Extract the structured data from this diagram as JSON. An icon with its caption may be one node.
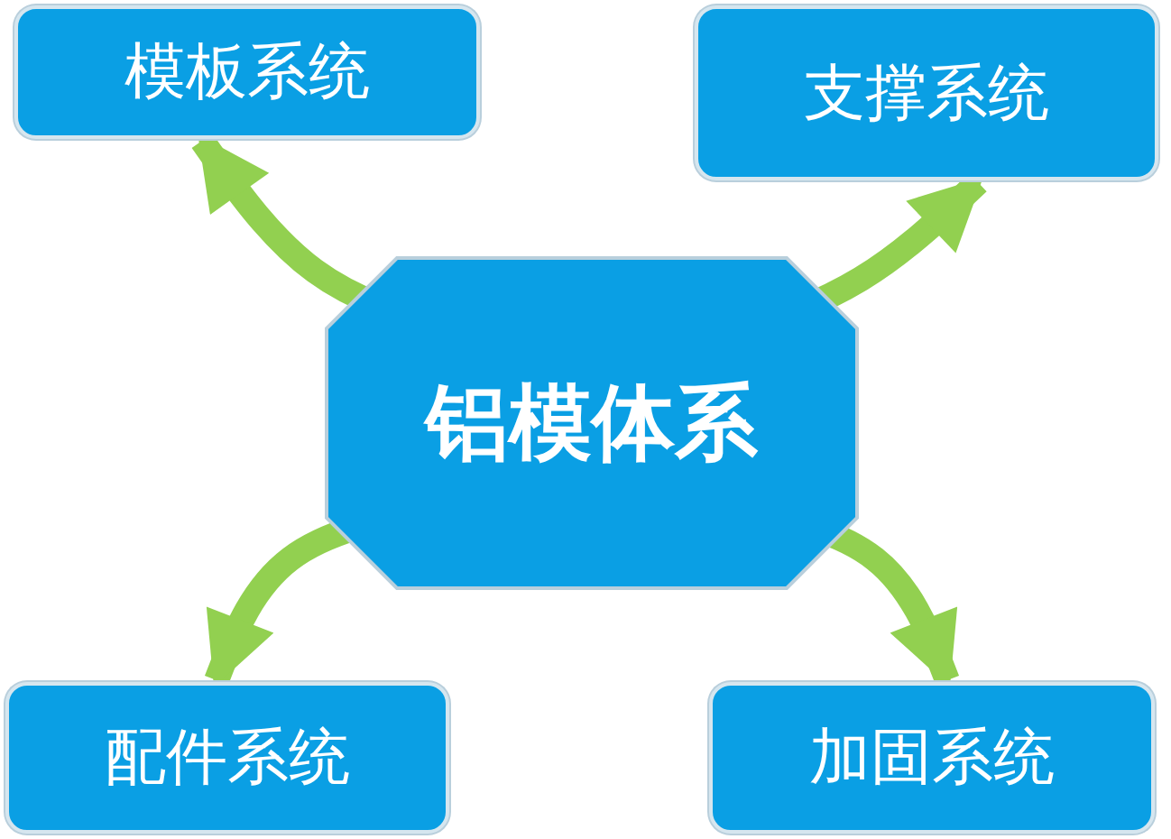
{
  "diagram": {
    "nodes": [
      {
        "text": [
          "模板系统"
        ]
      },
      {
        "text": [
          "支撑系统"
        ]
      },
      {
        "text": [
          "铝模体系"
        ]
      },
      {
        "text": [
          "配件系统"
        ]
      },
      {
        "text": [
          "加固系统"
        ]
      }
    ],
    "edges": [
      {
        "from": 2,
        "to": 0,
        "arrow": "to"
      },
      {
        "from": 2,
        "to": 1,
        "arrow": "to"
      },
      {
        "from": 2,
        "to": 3,
        "arrow": "to"
      },
      {
        "from": 2,
        "to": 4,
        "arrow": "to"
      }
    ]
  }
}
